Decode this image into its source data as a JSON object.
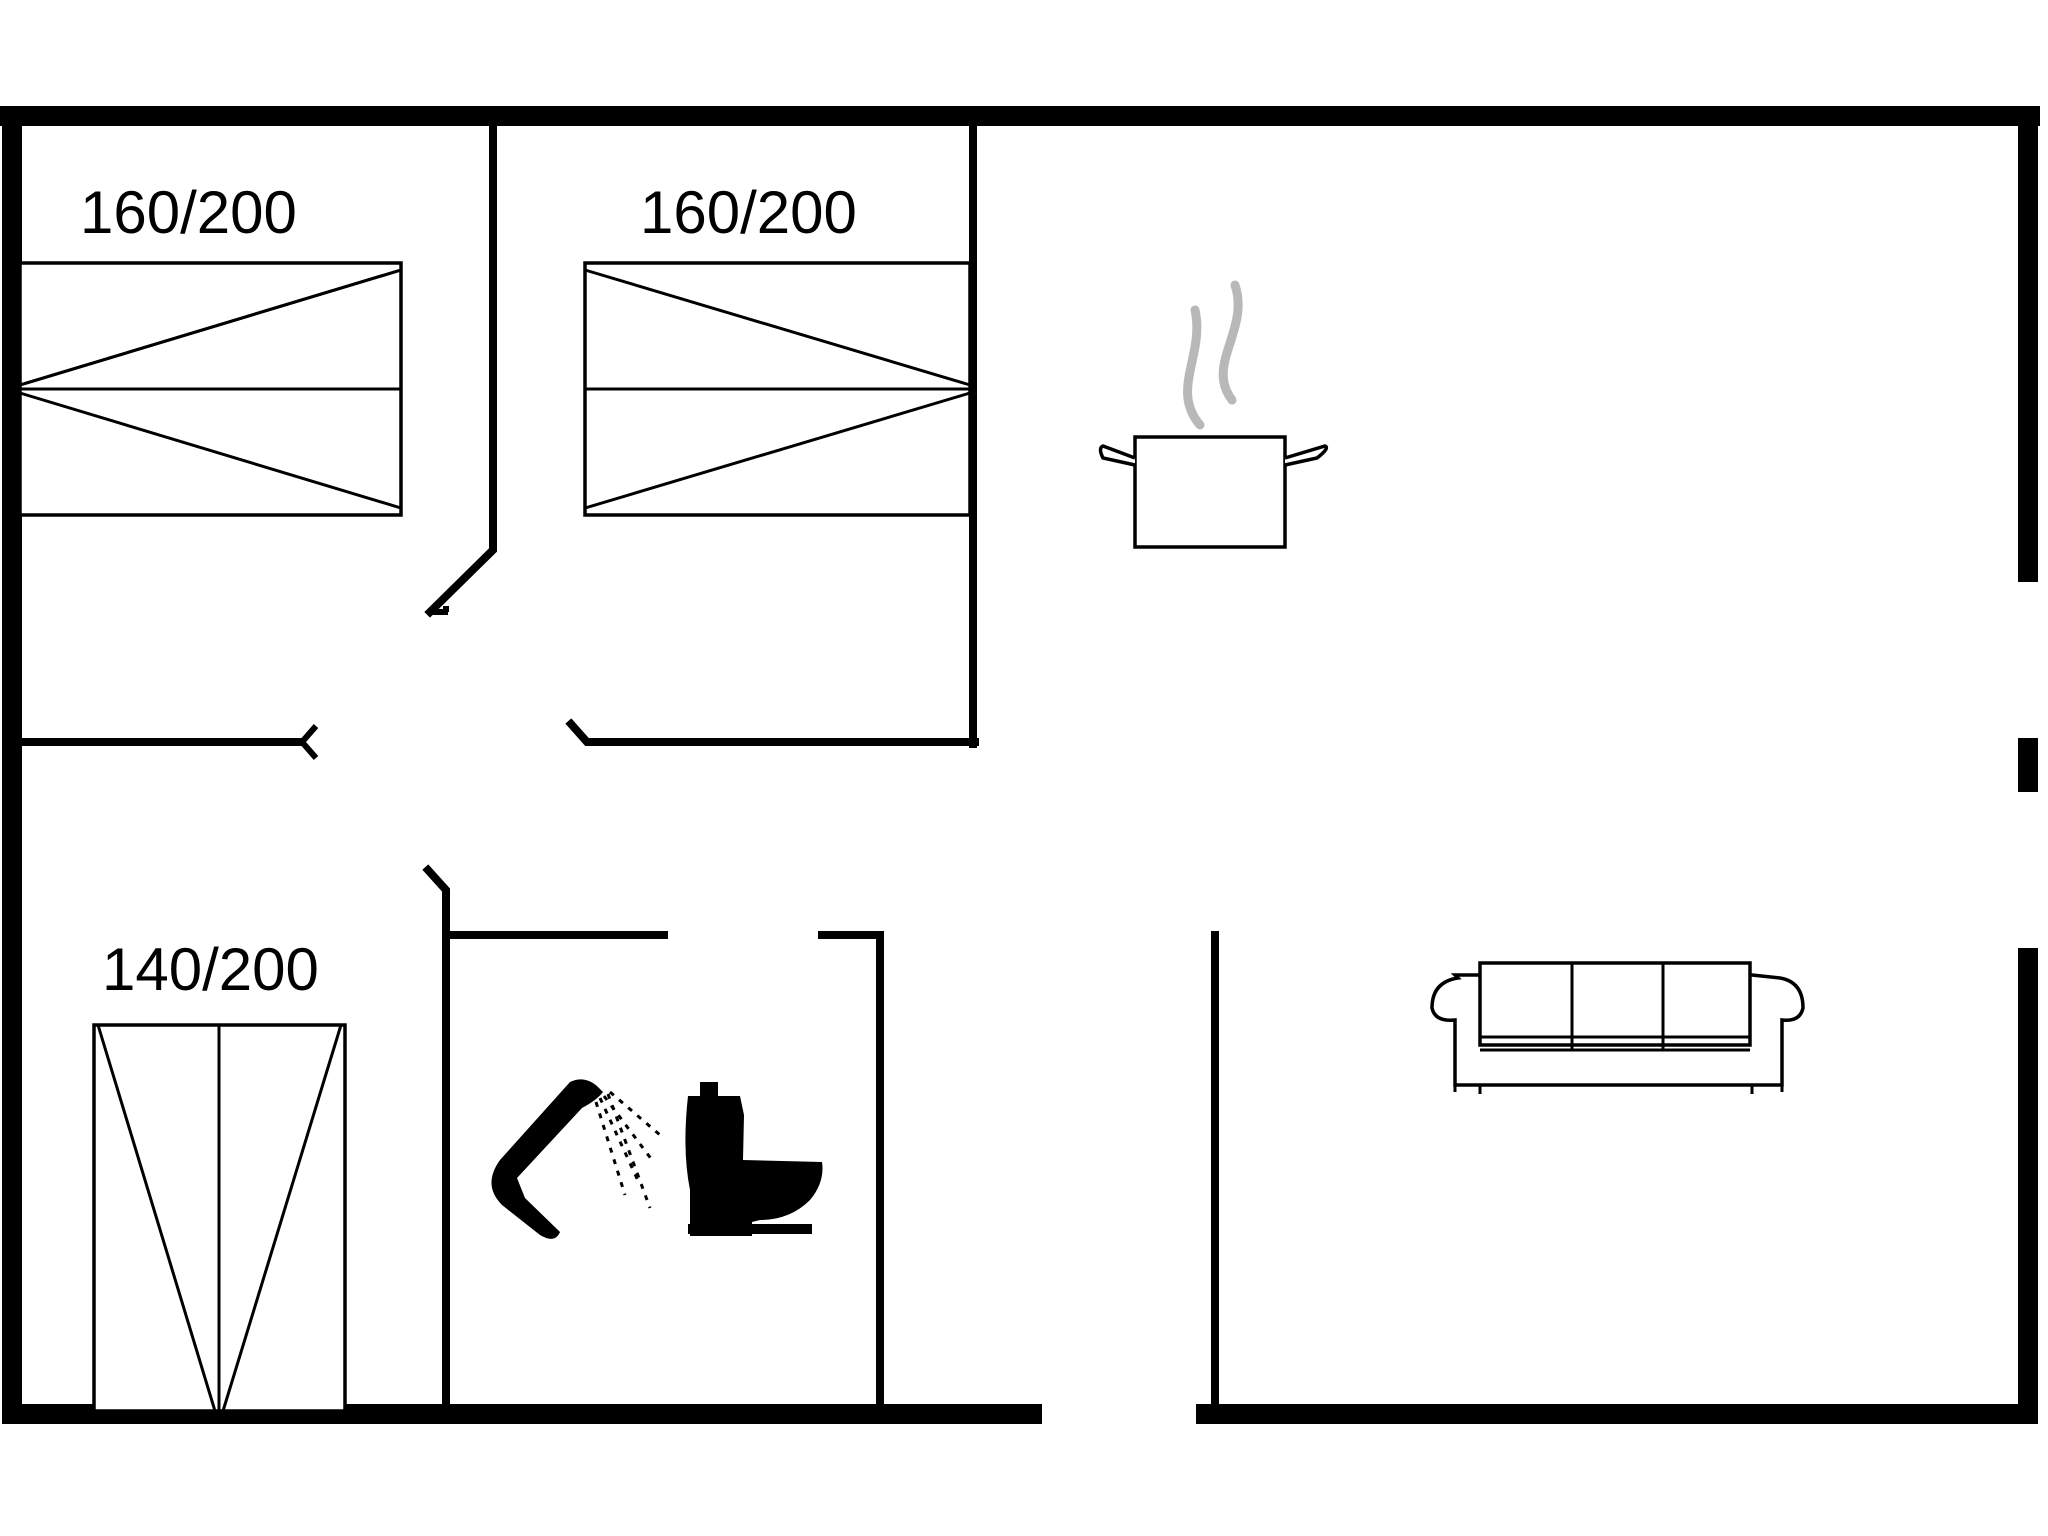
{
  "floor_plan": {
    "bedrooms": [
      {
        "bed_size": "160/200"
      },
      {
        "bed_size": "160/200"
      },
      {
        "bed_size": "140/200"
      }
    ],
    "icons": [
      "pot-steam-icon",
      "shower-icon",
      "toilet-icon",
      "sofa-icon"
    ],
    "colors": {
      "walls": "#000000",
      "background": "#ffffff",
      "steam": "#b8b8b8"
    }
  }
}
